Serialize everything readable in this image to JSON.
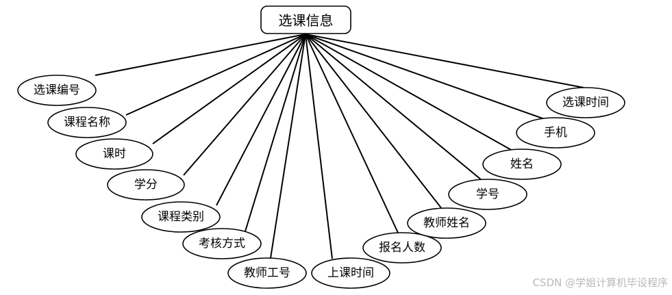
{
  "entity": {
    "label": "选课信息"
  },
  "attributes": [
    {
      "label": "选课编号"
    },
    {
      "label": "课程名称"
    },
    {
      "label": "课时"
    },
    {
      "label": "学分"
    },
    {
      "label": "课程类别"
    },
    {
      "label": "考核方式"
    },
    {
      "label": "教师工号"
    },
    {
      "label": "上课时间"
    },
    {
      "label": "报名人数"
    },
    {
      "label": "教师姓名"
    },
    {
      "label": "学号"
    },
    {
      "label": "姓名"
    },
    {
      "label": "手机"
    },
    {
      "label": "选课时间"
    }
  ],
  "watermark": "CSDN @学姐计算机毕设程序"
}
